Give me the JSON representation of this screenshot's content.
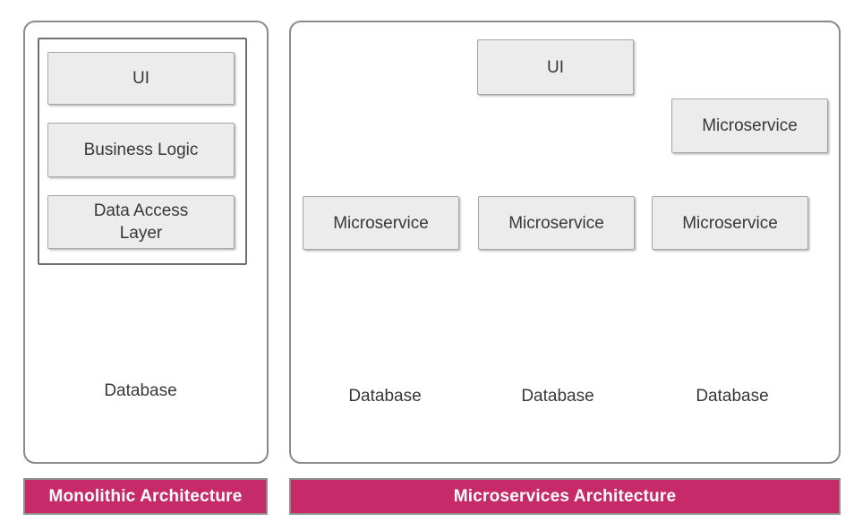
{
  "colors": {
    "banner_bg": "#C62A69",
    "banner_text": "#FFFFFF",
    "node_fill": "#ECECEC",
    "node_border": "#A6A6A6",
    "panel_border": "#8A8A8A",
    "arrow": "#1C1C1C"
  },
  "monolith": {
    "banner": "Monolithic Architecture",
    "layers": [
      {
        "label": "UI"
      },
      {
        "label": "Business Logic"
      },
      {
        "label": "Data Access\nLayer"
      }
    ],
    "database": "Database"
  },
  "microservices": {
    "banner": "Microservices Architecture",
    "ui": "UI",
    "edge_service": "Microservice",
    "services": [
      {
        "label": "Microservice",
        "database": "Database"
      },
      {
        "label": "Microservice",
        "database": "Database"
      },
      {
        "label": "Microservice",
        "database": "Database"
      }
    ]
  }
}
